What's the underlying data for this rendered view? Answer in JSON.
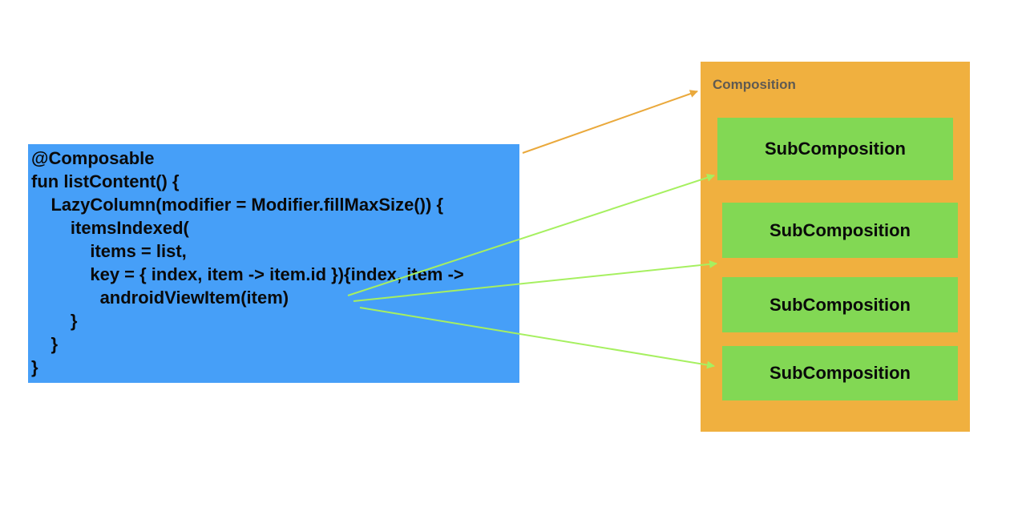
{
  "code": {
    "lines": [
      "@Composable",
      "fun listContent() {",
      "    LazyColumn(modifier = Modifier.fillMaxSize()) {",
      "        itemsIndexed(",
      "            items = list,",
      "            key = { index, item -> item.id }){index, item ->",
      "              androidViewItem(item)",
      "        }",
      "    }",
      "}"
    ]
  },
  "composition": {
    "label": "Composition",
    "children": [
      "SubComposition",
      "SubComposition",
      "SubComposition",
      "SubComposition"
    ]
  },
  "colors": {
    "code_bg": "#469ff8",
    "composition_bg": "#f0b03f",
    "subcomposition_bg": "#82d854",
    "arrow_orange": "#eaa93c",
    "arrow_green": "#a6f060"
  }
}
